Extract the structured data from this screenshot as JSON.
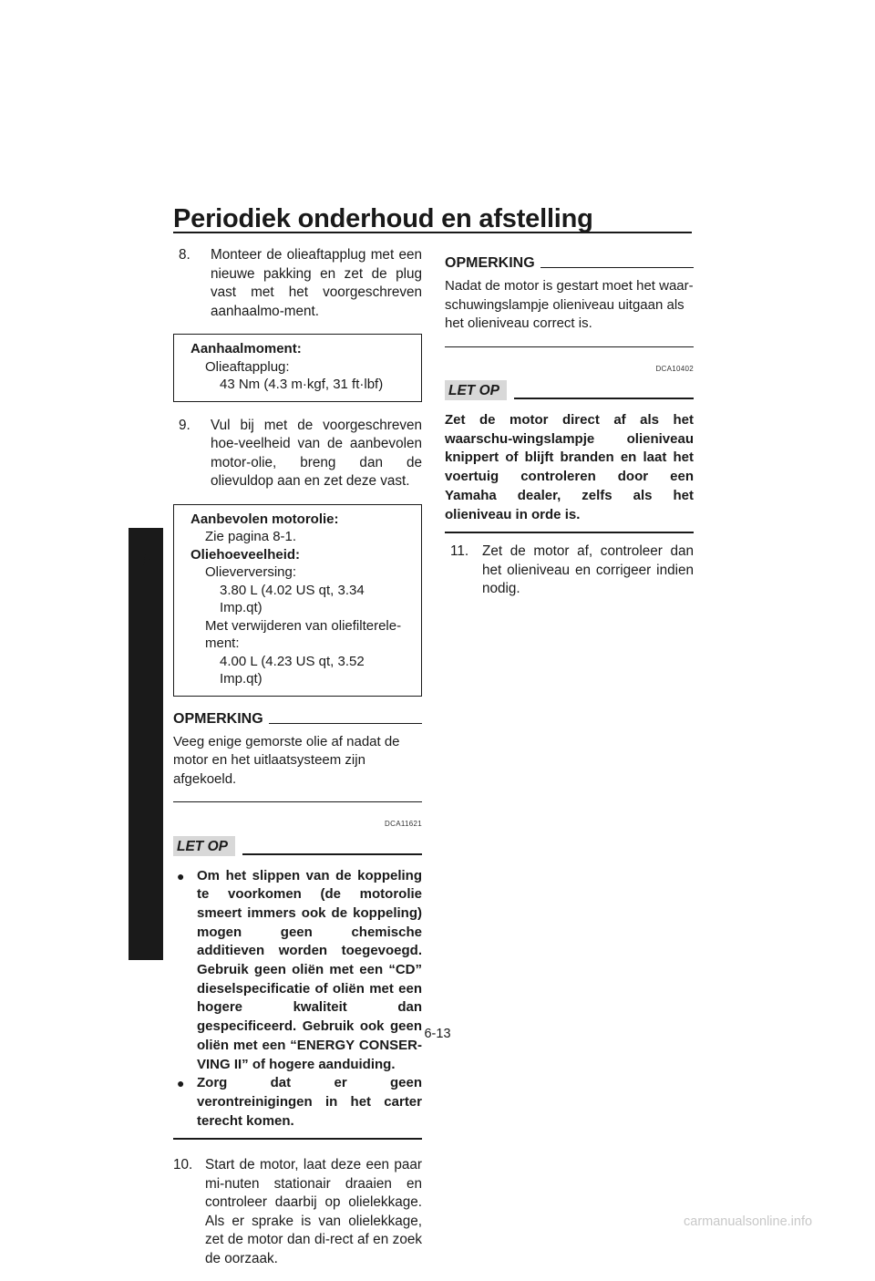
{
  "header": {
    "title": "Periodiek onderhoud en afstelling"
  },
  "chapter": {
    "number": "6"
  },
  "left": {
    "step8": {
      "num": "8.",
      "text": "Monteer de olieaftapplug met een nieuwe pakking en zet de plug vast met het voorgeschreven aanhaalmo-ment."
    },
    "torque_box": {
      "label": "Aanhaalmoment:",
      "item": "Olieaftapplug:",
      "value": "43 Nm (4.3 m·kgf, 31 ft·lbf)"
    },
    "step9": {
      "num": "9.",
      "text": "Vul bij met de voorgeschreven hoe-veelheid van de aanbevolen motor-olie, breng dan de olievuldop aan en zet deze vast."
    },
    "oil_box": {
      "label1": "Aanbevolen motorolie:",
      "value1": "Zie pagina 8-1.",
      "label2": "Oliehoeveelheid:",
      "item1": "Olieverversing:",
      "value2": "3.80 L (4.02 US qt, 3.34 Imp.qt)",
      "item2a": "Met verwijderen van oliefilterele-",
      "item2b": "ment:",
      "value3": "4.00 L (4.23 US qt, 3.52 Imp.qt)"
    },
    "note": {
      "title": "OPMERKING",
      "text": "Veeg enige gemorste olie af nadat de motor en het uitlaatsysteem zijn afgekoeld."
    },
    "caution": {
      "code": "DCA11621",
      "badge": "LET OP",
      "bullets": [
        "Om het slippen van de koppeling te voorkomen (de motorolie smeert immers ook de koppeling) mogen geen chemische additieven worden toegevoegd. Gebruik geen oliën met een “CD” dieselspecificatie of oliën met een hogere kwaliteit dan gespecificeerd. Gebruik ook geen oliën met een “ENERGY CONSER-VING II” of hogere aanduiding.",
        "Zorg dat er geen verontreinigingen in het carter terecht komen."
      ]
    },
    "step10": {
      "num": "10.",
      "text": "Start de motor, laat deze een paar mi-nuten stationair draaien en controleer daarbij op olielekkage. Als er sprake is van olielekkage, zet de motor dan di-rect af en zoek de oorzaak."
    }
  },
  "right": {
    "note": {
      "title": "OPMERKING",
      "text": "Nadat de motor is gestart moet het waar-schuwingslampje olieniveau uitgaan als het olieniveau correct is."
    },
    "caution": {
      "code": "DCA10402",
      "badge": "LET OP",
      "text": "Zet de motor direct af als het waarschu-wingslampje olieniveau knippert of blijft branden en laat het voertuig controleren door een Yamaha dealer, zelfs als het olieniveau in orde is."
    },
    "step11": {
      "num": "11.",
      "text": "Zet de motor af, controleer dan het olieniveau en corrigeer indien nodig."
    }
  },
  "footer": {
    "page_number": "6-13",
    "watermark": "carmanualsonline.info"
  }
}
